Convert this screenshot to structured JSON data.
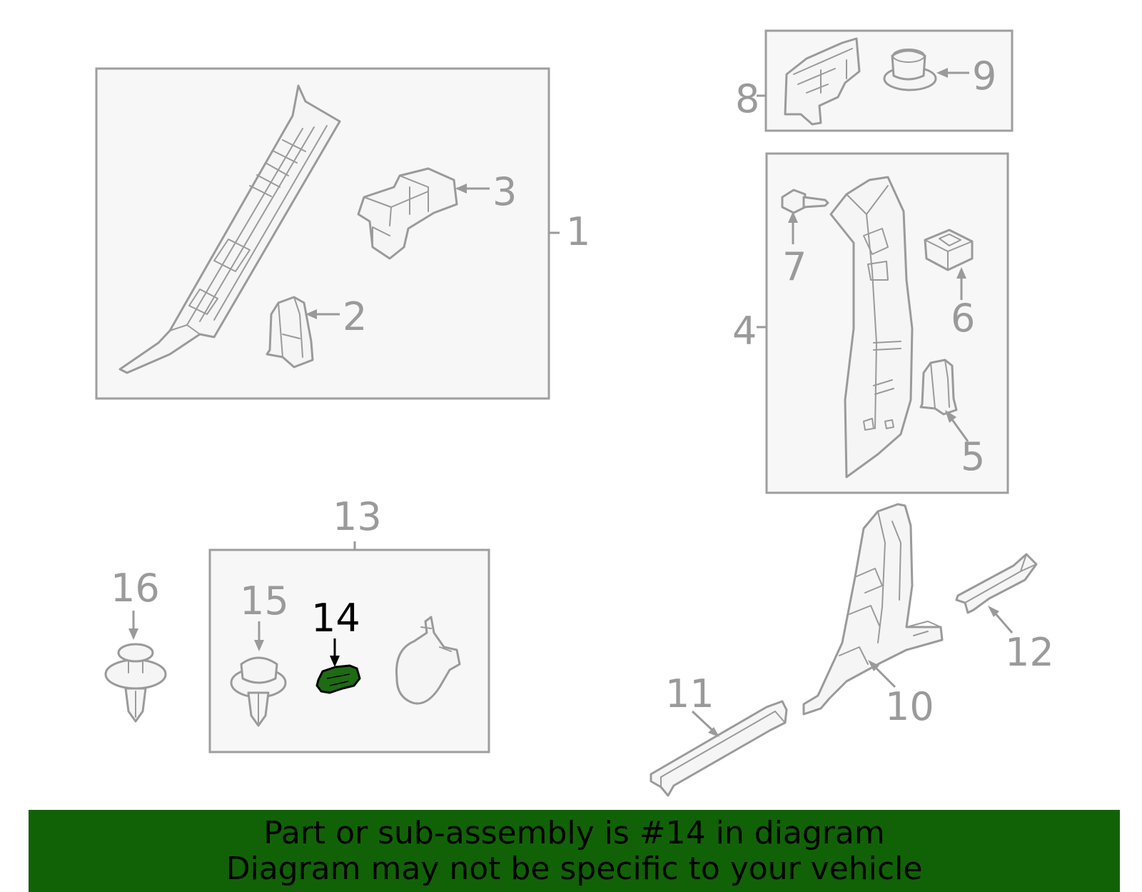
{
  "diagram": {
    "highlight_color": "#116206",
    "callouts": {
      "c1": "1",
      "c2": "2",
      "c3": "3",
      "c4": "4",
      "c5": "5",
      "c6": "6",
      "c7": "7",
      "c8": "8",
      "c9": "9",
      "c10": "10",
      "c11": "11",
      "c12": "12",
      "c13": "13",
      "c14": "14",
      "c15": "15",
      "c16": "16"
    }
  },
  "banner": {
    "line1": "Part or sub-assembly is #14 in diagram",
    "line2": "Diagram may not be specific to your vehicle"
  }
}
